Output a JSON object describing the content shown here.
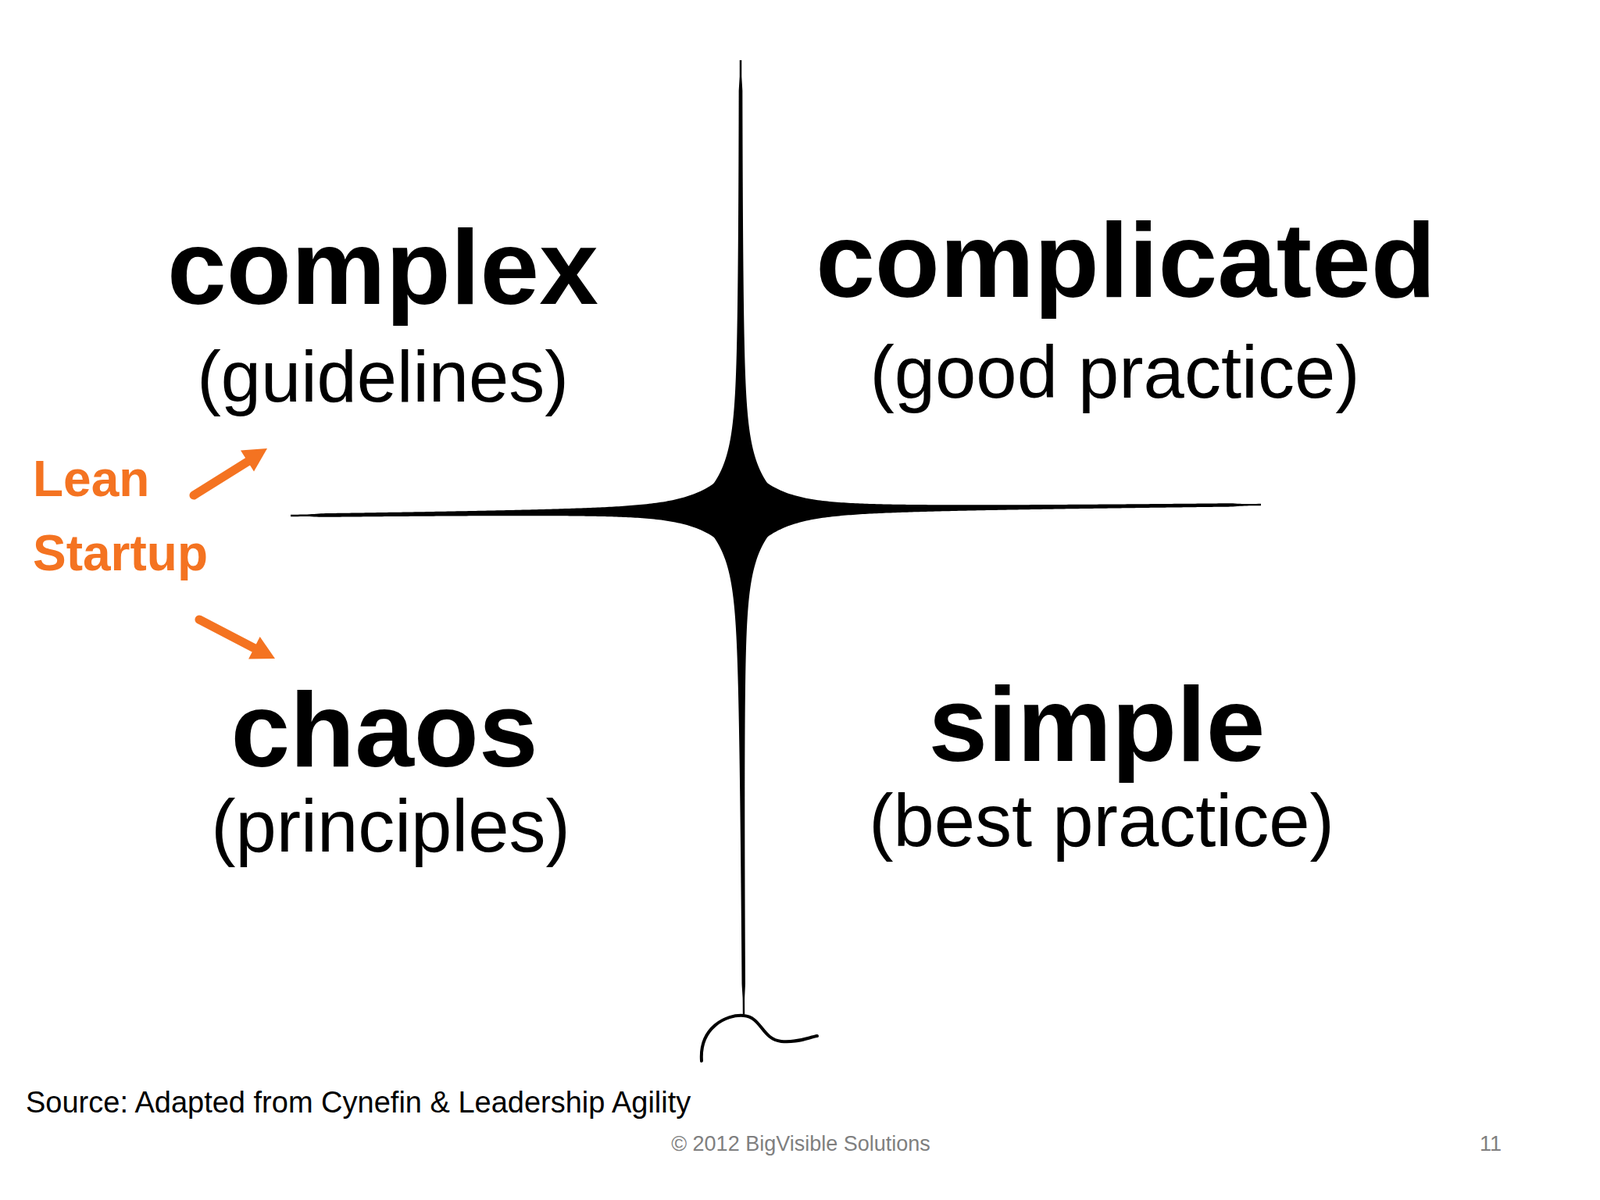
{
  "diagram": {
    "labels": [
      "complex",
      "(guidelines)",
      "complicated",
      "(good practice)",
      "Lean Startup",
      "chaos",
      "(principles)",
      "simple",
      "(best practice)",
      "Source: Adapted from Cynefin & Leadership Agility",
      "© 2012 BigVisible Solutions",
      "11"
    ]
  }
}
